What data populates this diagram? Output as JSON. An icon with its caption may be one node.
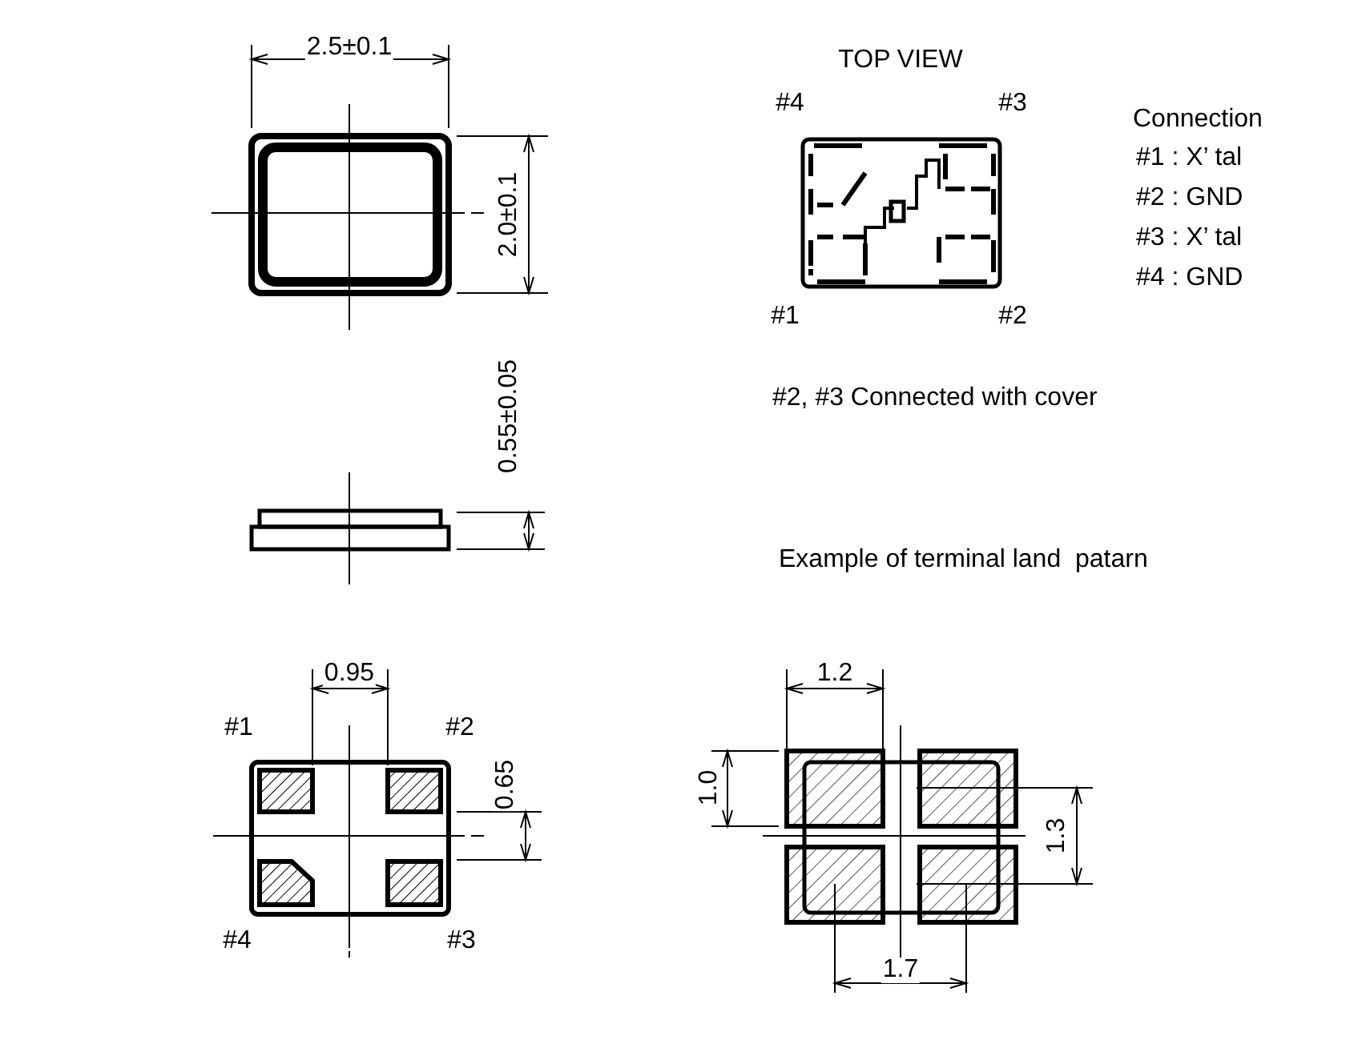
{
  "diagram": {
    "labels": [
      "2.5±0.1",
      "TOP VIEW",
      "#4",
      "#3",
      "Connection",
      "#1 : X’ tal",
      "#2 : GND",
      "#3 : X’ tal",
      "#4 : GND",
      "2.0±0.1",
      "#1",
      "#2",
      "#2, #3 Connected with cover",
      "0.55±0.05",
      "Example of terminal land  patarn",
      "0.95",
      "1.2",
      "#1",
      "#2",
      "0.65",
      "1.0",
      "1.3",
      "#4",
      "#3",
      "1.7"
    ]
  }
}
